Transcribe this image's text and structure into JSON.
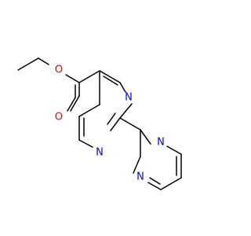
{
  "molecule": {
    "atoms": {
      "o_ester": "O",
      "o_carbonyl": "O",
      "n1": "N",
      "n3": "N",
      "n1p": "N",
      "n3p": "N"
    },
    "colors": {
      "carbon_bond": "#000000",
      "oxygen": "#ff0000",
      "nitrogen": "#0000ff",
      "background": "#ffffff"
    }
  }
}
